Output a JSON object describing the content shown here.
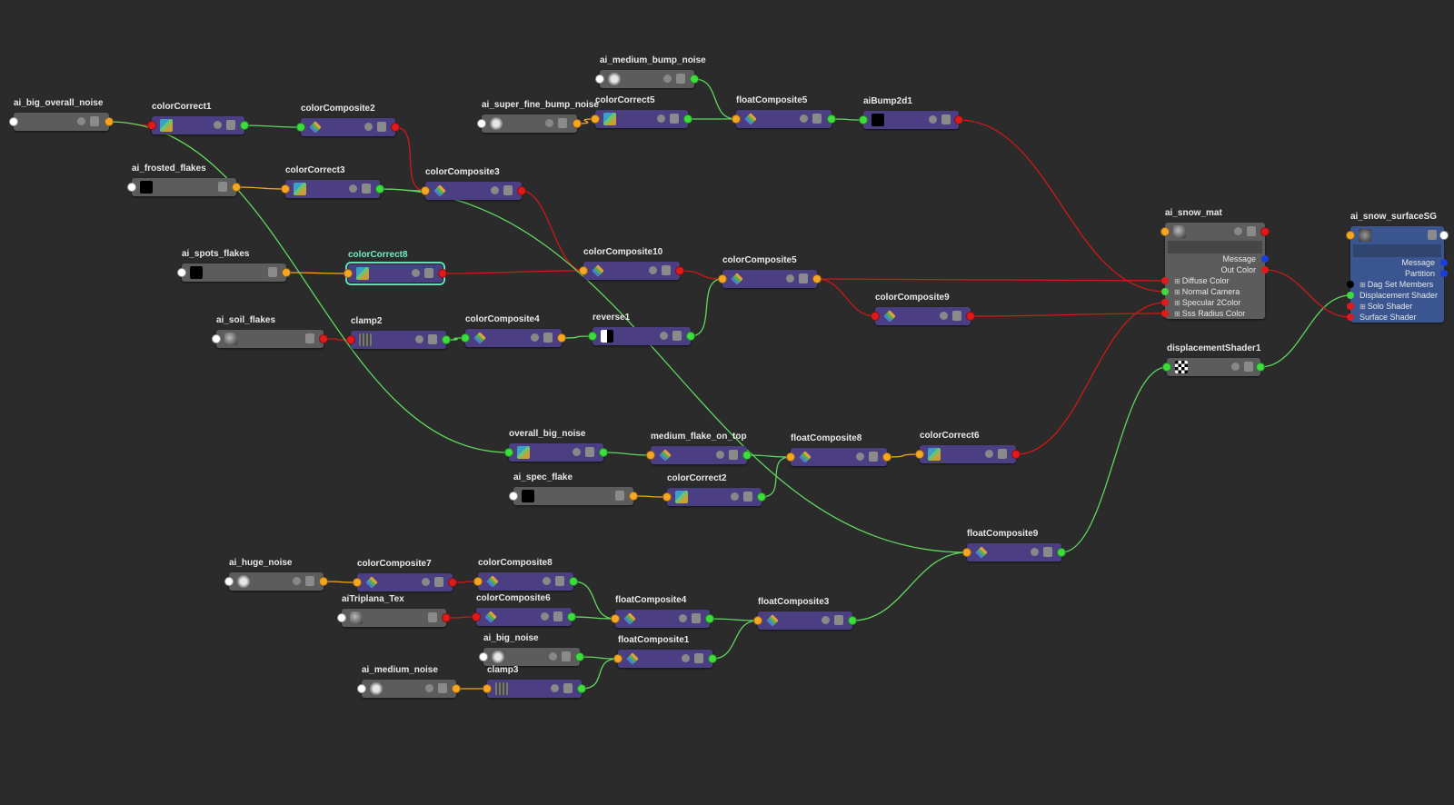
{
  "nodes": {
    "ai_big_overall_noise": "ai_big_overall_noise",
    "colorCorrect1": "colorCorrect1",
    "colorComposite2": "colorComposite2",
    "ai_medium_bump_noise": "ai_medium_bump_noise",
    "ai_super_fine_bump_noise": "ai_super_fine_bump_noise",
    "colorCorrect5": "colorCorrect5",
    "floatComposite5": "floatComposite5",
    "aiBump2d1": "aiBump2d1",
    "ai_frosted_flakes": "ai_frosted_flakes",
    "colorCorrect3": "colorCorrect3",
    "colorComposite3": "colorComposite3",
    "ai_spots_flakes": "ai_spots_flakes",
    "colorCorrect8": "colorCorrect8",
    "colorComposite10": "colorComposite10",
    "colorComposite5": "colorComposite5",
    "ai_soil_flakes": "ai_soil_flakes",
    "clamp2": "clamp2",
    "colorComposite4": "colorComposite4",
    "reverse1": "reverse1",
    "colorComposite9": "colorComposite9",
    "overall_big_noise": "overall_big_noise",
    "medium_flake_on_top": "medium_flake_on_top",
    "floatComposite8": "floatComposite8",
    "colorCorrect6": "colorCorrect6",
    "ai_spec_flake": "ai_spec_flake",
    "colorCorrect2": "colorCorrect2",
    "floatComposite9": "floatComposite9",
    "ai_huge_noise": "ai_huge_noise",
    "colorComposite7": "colorComposite7",
    "colorComposite8": "colorComposite8",
    "aiTriplana_Tex": "aiTriplana_Tex",
    "colorComposite6": "colorComposite6",
    "floatComposite4": "floatComposite4",
    "floatComposite3": "floatComposite3",
    "ai_big_noise": "ai_big_noise",
    "floatComposite1": "floatComposite1",
    "ai_medium_noise": "ai_medium_noise",
    "clamp3": "clamp3",
    "displacementShader1": "displacementShader1"
  },
  "ai_snow_mat": {
    "title": "ai_snow_mat",
    "attrs": [
      "Message",
      "Out Color",
      "Diffuse Color",
      "Normal Camera",
      "Specular 2Color",
      "Sss Radius Color"
    ]
  },
  "ai_snow_surfaceSG": {
    "title": "ai_snow_surfaceSG",
    "attrs": [
      "Message",
      "Partition",
      "Dag Set Members",
      "Displacement Shader",
      "Solo Shader",
      "Surface Shader"
    ]
  },
  "colors": {
    "background": "#2b2b2b",
    "utility_node": "#4b3e82",
    "texture_node": "#5c5c5c",
    "shading_group": "#3a5590",
    "selected_outline": "#5fe0b8",
    "connection_red": "#d01818",
    "connection_green": "#5fd65f",
    "connection_orange": "#f5a623"
  },
  "icons": [
    "noise-icon",
    "swatch-icon",
    "color-correct-icon",
    "layered-composite-icon",
    "clamp-icon",
    "reverse-icon",
    "checker-icon",
    "sphere-icon"
  ]
}
